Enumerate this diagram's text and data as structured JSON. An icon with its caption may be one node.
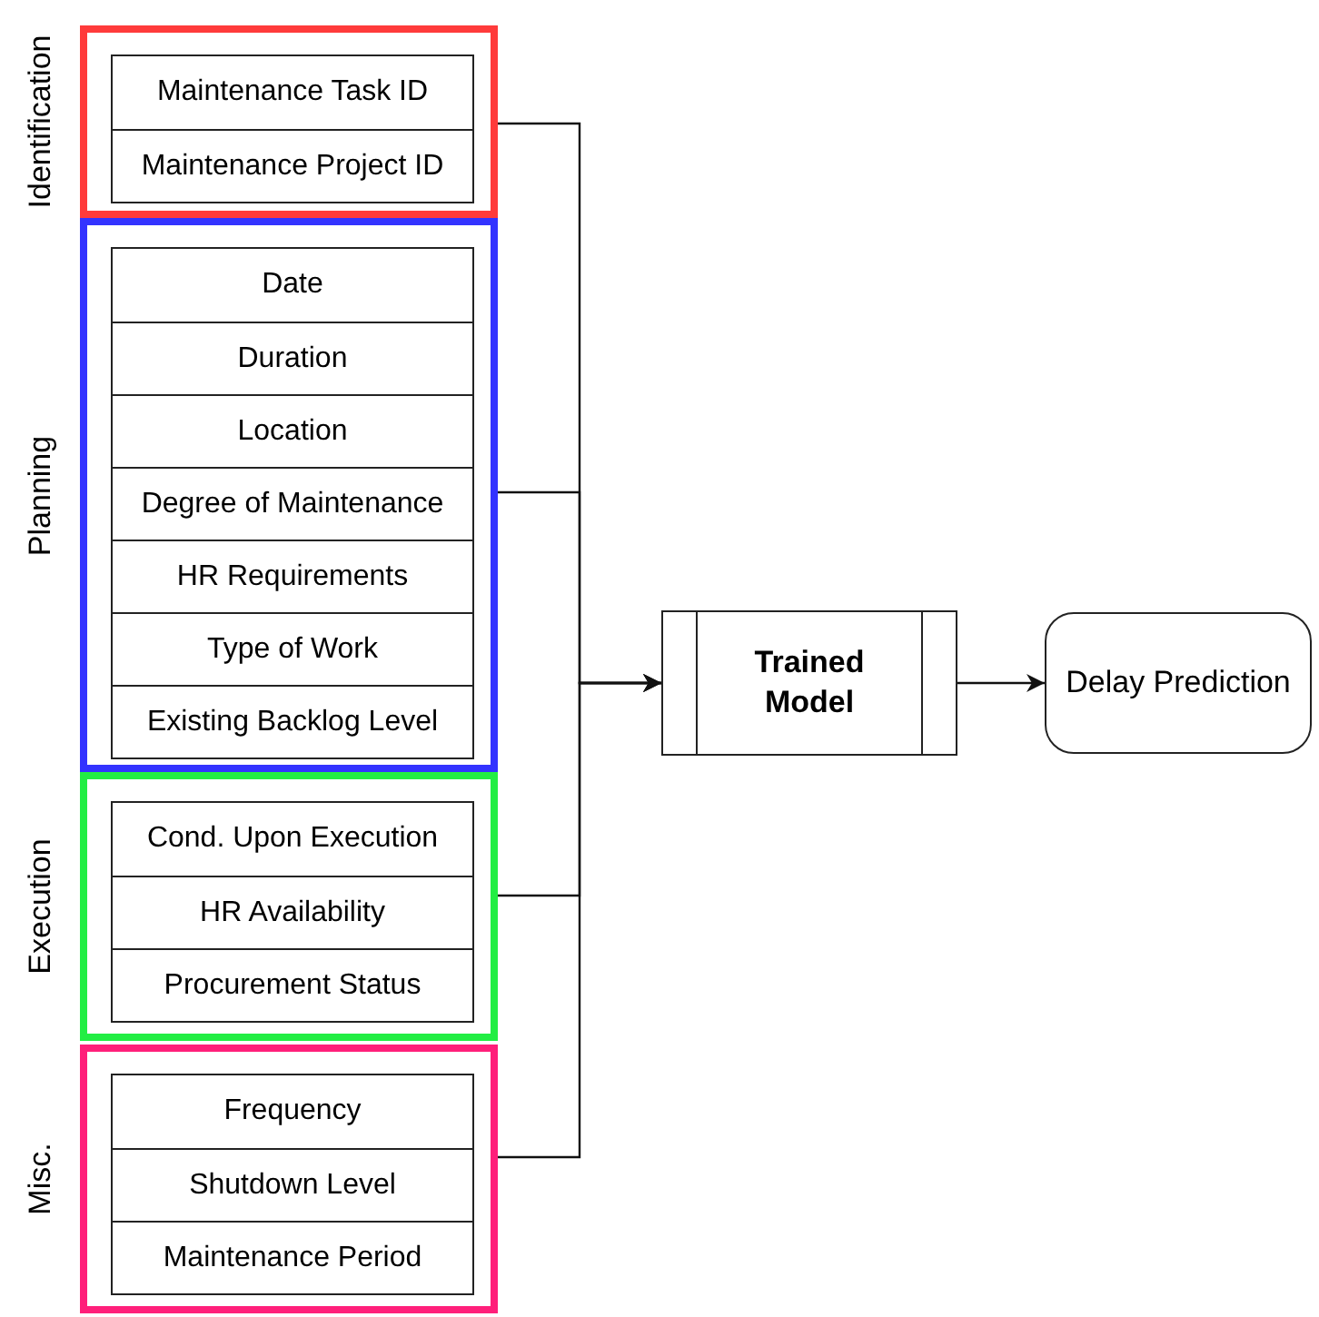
{
  "diagram": {
    "nodes": [
      {
        "text": [
          "Identification"
        ]
      },
      {
        "text": [
          "Maintenance Task ID"
        ],
        "in": 0
      },
      {
        "text": [
          "Maintenance Project ID"
        ],
        "in": 0
      },
      {
        "text": [
          "Planning"
        ]
      },
      {
        "text": [
          "Date"
        ],
        "in": 3
      },
      {
        "text": [
          "Duration"
        ],
        "in": 3
      },
      {
        "text": [
          "Location"
        ],
        "in": 3
      },
      {
        "text": [
          "Degree of Maintenance"
        ],
        "in": 3
      },
      {
        "text": [
          "HR Requirements"
        ],
        "in": 3
      },
      {
        "text": [
          "Type of Work"
        ],
        "in": 3
      },
      {
        "text": [
          "Existing Backlog Level"
        ],
        "in": 3
      },
      {
        "text": [
          "Execution"
        ]
      },
      {
        "text": [
          "Cond. Upon Execution"
        ],
        "in": 11
      },
      {
        "text": [
          "HR Availability"
        ],
        "in": 11
      },
      {
        "text": [
          "Procurement Status"
        ],
        "in": 11
      },
      {
        "text": [
          "Misc."
        ]
      },
      {
        "text": [
          "Frequency"
        ],
        "in": 15
      },
      {
        "text": [
          "Shutdown Level"
        ],
        "in": 15
      },
      {
        "text": [
          "Maintenance Period"
        ],
        "in": 15
      },
      {
        "text": [
          "Trained Model"
        ]
      },
      {
        "text": [
          "Delay Prediction"
        ]
      }
    ],
    "edges": [
      {
        "from": 0,
        "to": 19,
        "arrow": "to"
      },
      {
        "from": 3,
        "to": 19,
        "arrow": "to"
      },
      {
        "from": 11,
        "to": 19,
        "arrow": "to"
      },
      {
        "from": 15,
        "to": 19,
        "arrow": "to"
      },
      {
        "from": 19,
        "to": 20,
        "arrow": "to"
      }
    ]
  }
}
